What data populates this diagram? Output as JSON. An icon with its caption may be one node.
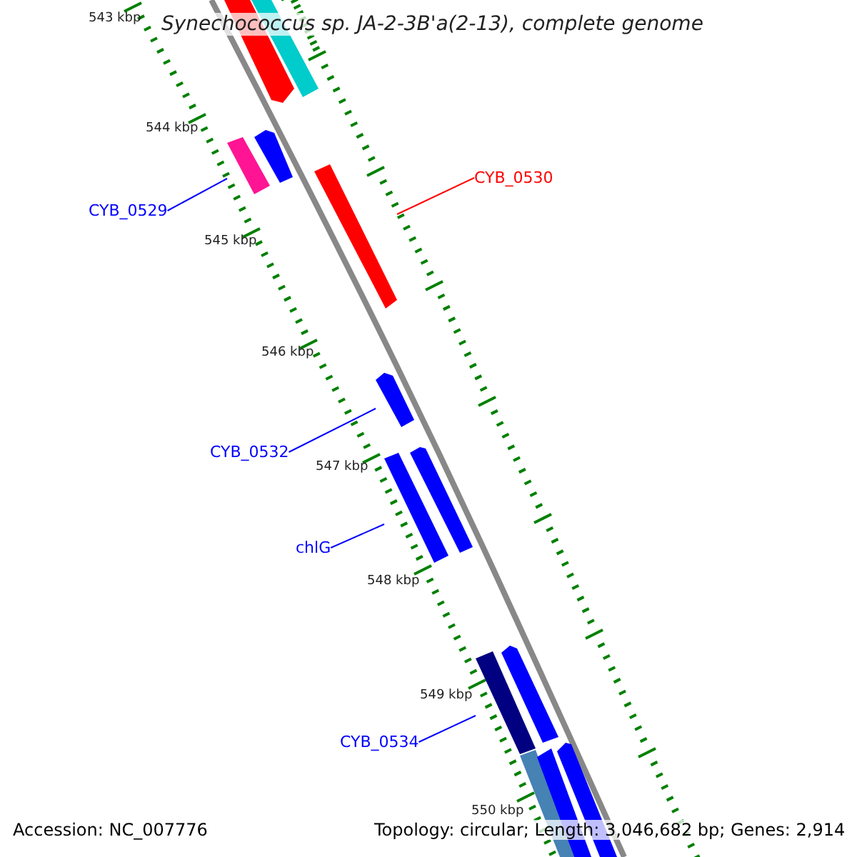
{
  "diagram": {
    "title": "Synechococcus sp. JA-2-3B'a(2-13), complete genome",
    "nodes": [
      {
        "text": [],
        "shape": "bar"
      },
      {
        "text": [
          "CYB_0529"
        ]
      },
      {
        "text": [
          "CYB_0530"
        ]
      },
      {
        "text": [],
        "shape": "bar"
      },
      {
        "text": [],
        "shape": "bar"
      },
      {
        "text": [
          "CYB_0532"
        ]
      },
      {
        "text": [],
        "shape": "bar"
      },
      {
        "text": [
          "chlG"
        ]
      },
      {
        "text": [],
        "shape": "bar"
      },
      {
        "text": [
          "CYB_0534"
        ]
      }
    ],
    "edges": [
      {
        "from": 1,
        "to": 0,
        "arrow": "none"
      },
      {
        "from": 2,
        "to": 3,
        "arrow": "none",
        "color": "#ff0000"
      },
      {
        "from": 5,
        "to": 4,
        "arrow": "none"
      },
      {
        "from": 7,
        "to": 6,
        "arrow": "none"
      },
      {
        "from": 9,
        "to": 8,
        "arrow": "none"
      }
    ],
    "labels": [
      "543 kbp",
      "544 kbp",
      "545 kbp",
      "546 kbp",
      "547 kbp",
      "548 kbp",
      "549 kbp",
      "550 kbp",
      "Accession: NC_007776",
      "Topology: circular; Length: 3,046,682 bp; Genes: 2,914"
    ]
  }
}
